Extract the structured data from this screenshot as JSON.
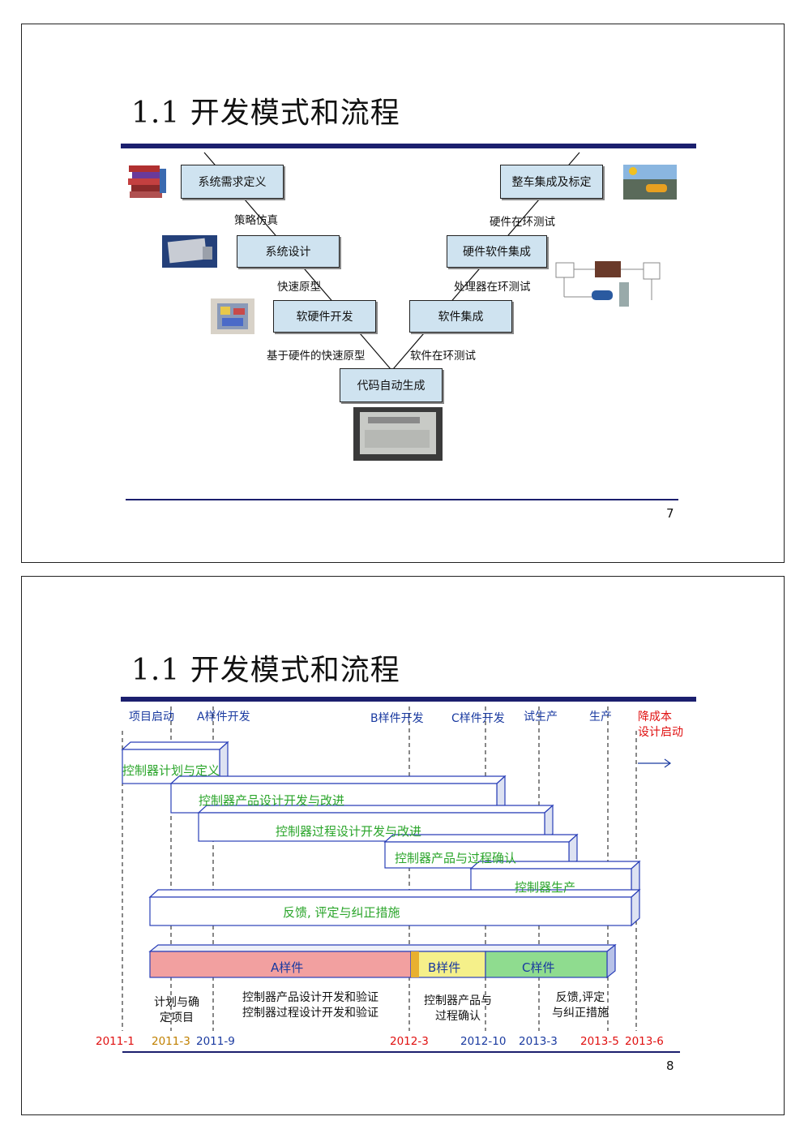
{
  "slide1": {
    "title": "1.1  开发模式和流程",
    "boxes": {
      "sys_req": "系统需求定义",
      "sys_design": "系统设计",
      "sw_hw_dev": "软硬件开发",
      "code_gen": "代码自动生成",
      "sw_integ": "软件集成",
      "hw_sw_integ": "硬件软件集成",
      "vehicle_integ": "整车集成及标定"
    },
    "labels": {
      "strategy_sim": "策略仿真",
      "rapid_proto": "快速原型",
      "hw_rapid_proto": "基于硬件的快速原型",
      "sil": "软件在环测试",
      "pil": "处理器在环测试",
      "hil": "硬件在环测试"
    },
    "page_number": "7"
  },
  "slide2": {
    "title": "1.1  开发模式和流程",
    "phases": {
      "start": "项目启动",
      "a_dev": "A样件开发",
      "b_dev": "B样件开发",
      "c_dev": "C样件开发",
      "trial": "试生产",
      "production": "生产",
      "cost_down_1": "降成本",
      "cost_down_2": "设计启动"
    },
    "bars": {
      "plan": "控制器计划与定义",
      "product_design": "控制器产品设计开发与改进",
      "process_design": "控制器过程设计开发与改进",
      "confirm": "控制器产品与过程确认",
      "production": "控制器生产",
      "feedback": "反馈, 评定与纠正措施"
    },
    "samples": {
      "a": "A样件",
      "b": "B样件",
      "c": "C样件"
    },
    "notes": {
      "plan_1": "计划与确",
      "plan_2": "定项目",
      "dev_1": "控制器产品设计开发和验证",
      "dev_2": "控制器过程设计开发和验证",
      "confirm_1": "控制器产品与",
      "confirm_2": "过程确认",
      "feedback_1": "反馈,评定",
      "feedback_2": "与纠正措施"
    },
    "dates": {
      "d1": "2011-1",
      "d2": "2011-3",
      "d3": "2011-9",
      "d4": "2012-3",
      "d5": "2012-10",
      "d6": "2013-3",
      "d7": "2013-5",
      "d8": "2013-6"
    },
    "page_number": "8"
  },
  "colors": {
    "navy": "#1b1f6e",
    "box_fill": "#cfe3f0",
    "bar_blue": "#2a3fb8",
    "bar_green_text": "#2aa52a",
    "sample_a": "#f2a0a0",
    "sample_b": "#f5f08a",
    "sample_c": "#8fdc8f",
    "red": "#e01010",
    "orange": "#c08000"
  }
}
